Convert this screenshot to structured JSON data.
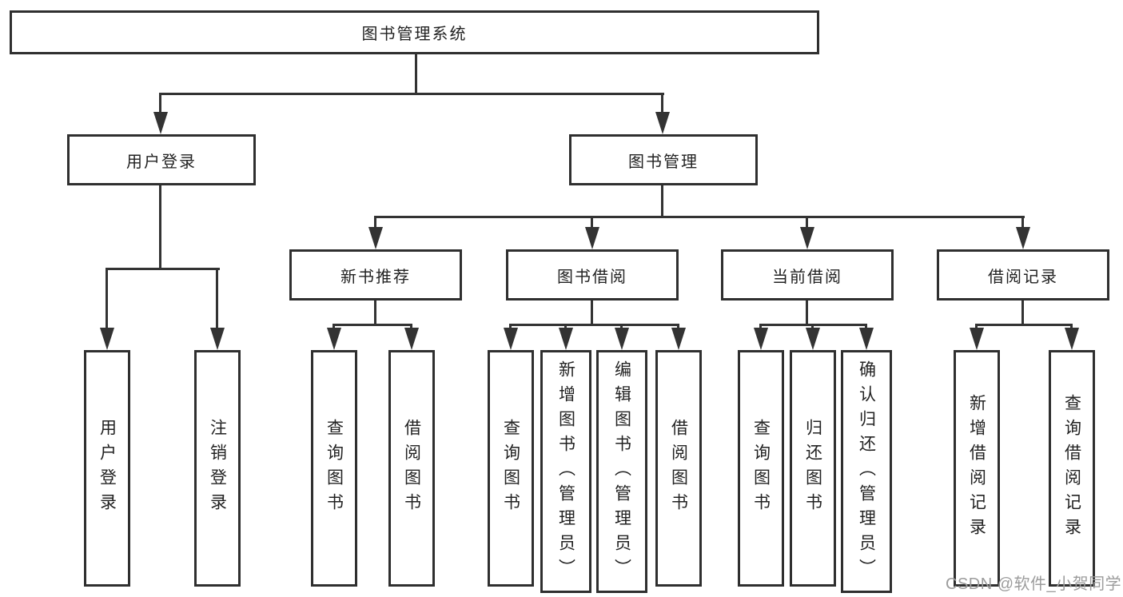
{
  "nodes": {
    "root": {
      "label": "图书管理系统"
    },
    "level2": [
      {
        "id": "user-login",
        "label": "用户登录"
      },
      {
        "id": "book-management",
        "label": "图书管理"
      }
    ],
    "level3": [
      {
        "id": "new-book-recommend",
        "label": "新书推荐"
      },
      {
        "id": "book-borrow",
        "label": "图书借阅"
      },
      {
        "id": "current-borrow",
        "label": "当前借阅"
      },
      {
        "id": "borrow-records",
        "label": "借阅记录"
      }
    ],
    "leaves": [
      {
        "id": "user-login",
        "label": "用户登录",
        "parent": "用户登录"
      },
      {
        "id": "logout",
        "label": "注销登录",
        "parent": "用户登录"
      },
      {
        "id": "search-books",
        "label": "查询图书",
        "parent": "新书推荐"
      },
      {
        "id": "borrow-books",
        "label": "借阅图书",
        "parent": "新书推荐"
      },
      {
        "id": "search-books-2",
        "label": "查询图书",
        "parent": "图书借阅"
      },
      {
        "id": "add-books-admin",
        "label": "新增图书（管理员）",
        "parent": "图书借阅"
      },
      {
        "id": "edit-books-admin",
        "label": "编辑图书（管理员）",
        "parent": "图书借阅"
      },
      {
        "id": "borrow-books-2",
        "label": "借阅图书",
        "parent": "图书借阅"
      },
      {
        "id": "search-books-3",
        "label": "查询图书",
        "parent": "当前借阅"
      },
      {
        "id": "return-books",
        "label": "归还图书",
        "parent": "当前借阅"
      },
      {
        "id": "confirm-return-admin",
        "label": "确认归还（管理员）",
        "parent": "当前借阅"
      },
      {
        "id": "add-borrow-record",
        "label": "新增借阅记录",
        "parent": "借阅记录"
      },
      {
        "id": "search-borrow-record",
        "label": "查询借阅记录",
        "parent": "借阅记录"
      }
    ]
  },
  "watermark": {
    "text": "CSDN @软件_小贺同学"
  },
  "colors": {
    "line": "#333333",
    "box_border": "#2f2f2f",
    "text": "#222222",
    "watermark": "#9c9c9c",
    "background": "#ffffff"
  }
}
